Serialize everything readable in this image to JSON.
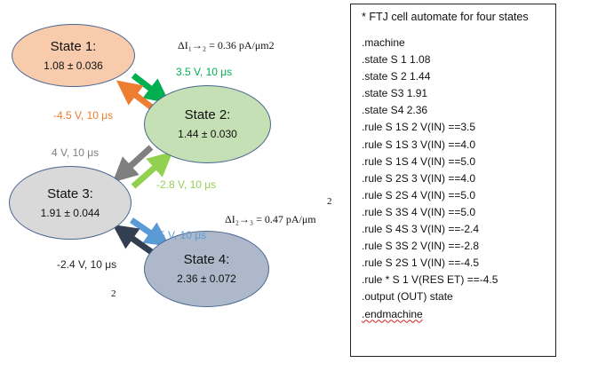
{
  "states": [
    {
      "name": "State 1:",
      "value": "1.08 ± 0.036",
      "fill": "#f8cbad"
    },
    {
      "name": "State 2:",
      "value": "1.44 ± 0.030",
      "fill": "#c5e0b4"
    },
    {
      "name": "State 3:",
      "value": "1.91 ± 0.044",
      "fill": "#d9d9d9"
    },
    {
      "name": "State 4:",
      "value": "2.36 ± 0.072",
      "fill": "#adb9ca"
    }
  ],
  "transitions": [
    {
      "label": "3.5 V, 10 μs",
      "color": "#00b050"
    },
    {
      "label": "-4.5 V, 10 μs",
      "color": "#ed7d31"
    },
    {
      "label": "4 V, 10 μs",
      "color": "#7f7f7f"
    },
    {
      "label": "-2.8 V, 10 μs",
      "color": "#92d050"
    },
    {
      "label": "5 V, 10 μs",
      "color": "#5b9bd5"
    },
    {
      "label": "-2.4 V, 10 μs",
      "color": "#333f50"
    }
  ],
  "formulas": {
    "delta12": "ΔI₁→₂ = 0.36 pA/μm2",
    "delta23": "ΔI₂→₃ = 0.47 pA/μm",
    "sup_a": "2",
    "sup_b": "2"
  },
  "code": {
    "title": "* FTJ cell automate for four states",
    "lines": [
      ".machine",
      ".state S 1 1.08",
      ".state S 2 1.44",
      ".state S3  1.91",
      ".state S4  2.36",
      ".rule S 1S 2  V(IN) ==3.5",
      ".rule S 1S 3  V(IN) ==4.0",
      ".rule S 1S 4  V(IN) ==5.0",
      ".rule S 2S 3  V(IN) ==4.0",
      ".rule S 2S 4  V(IN) ==5.0",
      ".rule S 3S 4  V(IN) ==5.0",
      ".rule S 4S 3  V(IN) ==-2.4",
      ".rule S 3S 2  V(IN) ==-2.8",
      ".rule S 2S 1  V(IN) ==-4.5",
      ".rule * S 1 V(RES ET) ==-4.5",
      ".output (OUT) state",
      ".endmachine"
    ]
  }
}
